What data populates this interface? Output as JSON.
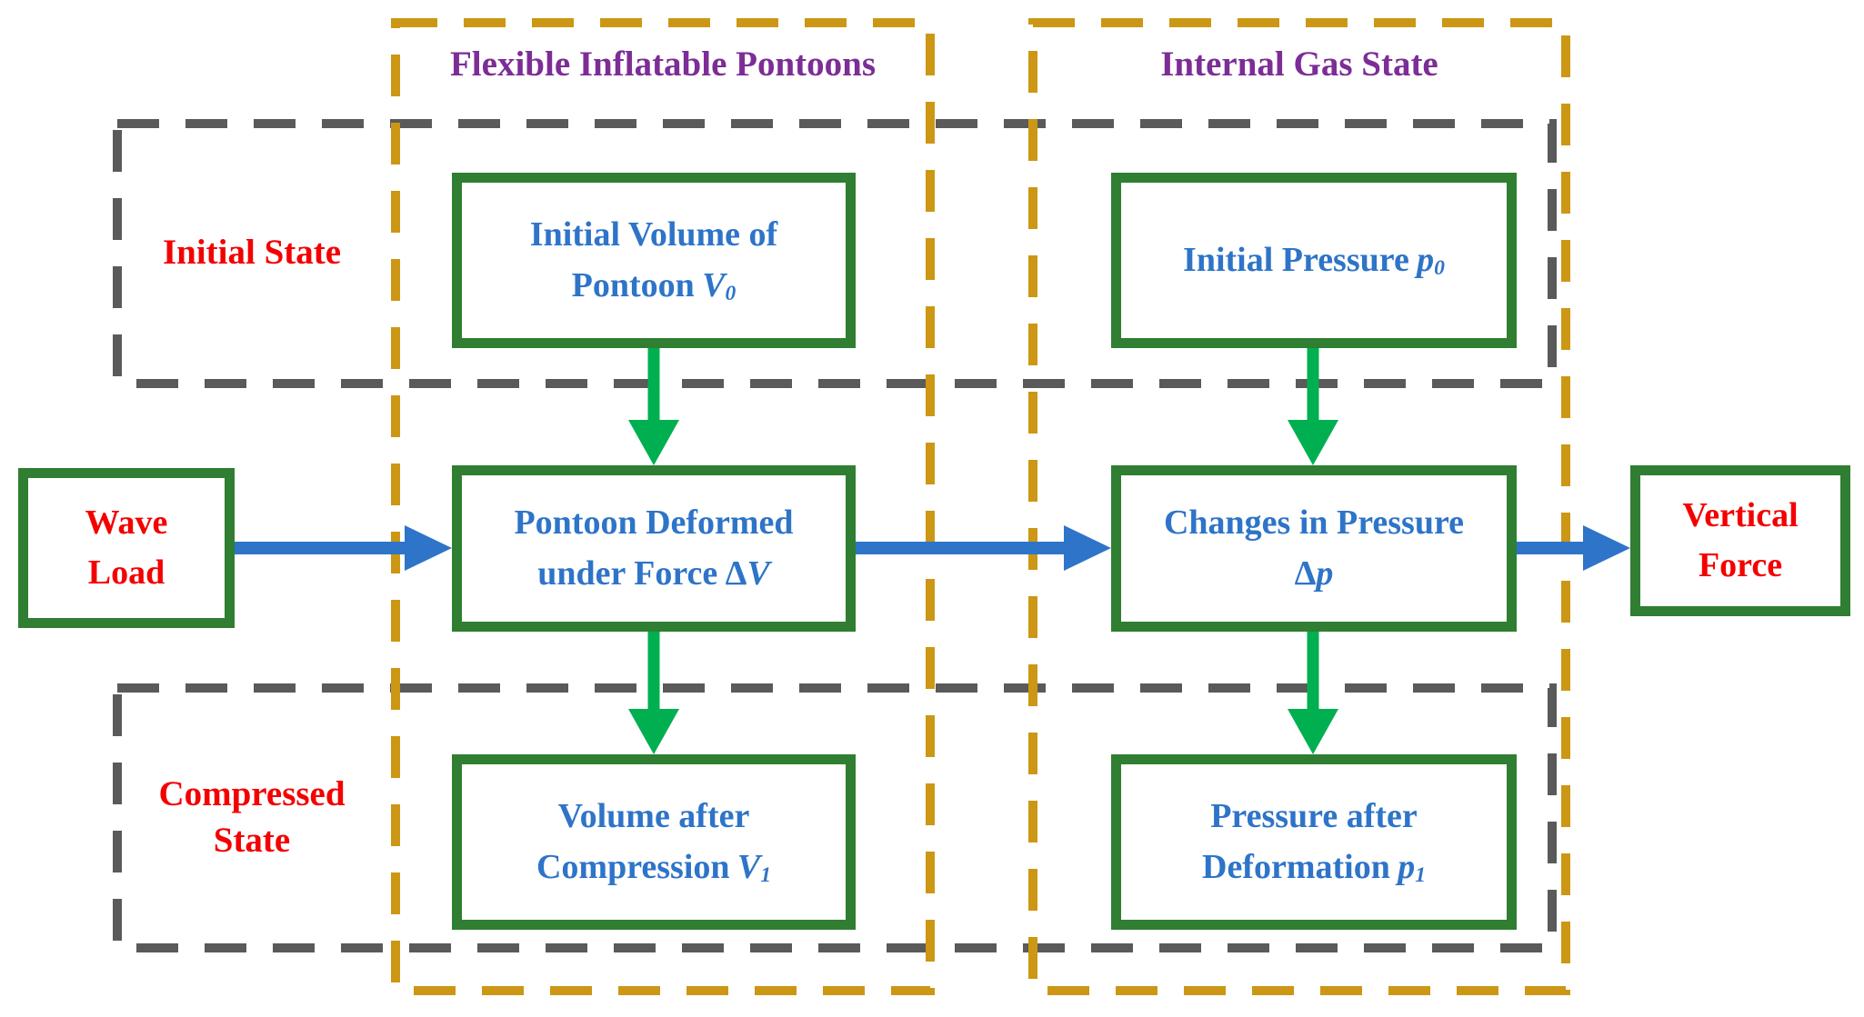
{
  "colors": {
    "green_box": "#2F7E32",
    "green_arrow": "#00AF50",
    "blue": "#2E74C8",
    "red": "#F40000",
    "purple": "#7C2D96",
    "gold": "#CC9714",
    "gray": "#5A5A5A"
  },
  "groups": {
    "pontoons": {
      "title": "Flexible Inflatable Pontoons"
    },
    "gas": {
      "title": "Internal Gas State"
    }
  },
  "states": {
    "initial": {
      "label": "Initial State"
    },
    "compressed": {
      "line1": "Compressed",
      "line2": "State"
    }
  },
  "nodes": {
    "initial_volume": {
      "line1": "Initial Volume of",
      "line2": "Pontoon",
      "symbol": "V",
      "subscript": "0"
    },
    "initial_pressure": {
      "line1": "Initial Pressure",
      "symbol": "p",
      "subscript": "0"
    },
    "pontoon_deformed": {
      "line1": "Pontoon Deformed",
      "line2": "under Force",
      "delta": "Δ",
      "symbol": "V"
    },
    "changes_pressure": {
      "line1": "Changes in Pressure",
      "delta": "Δ",
      "symbol": "p"
    },
    "volume_after": {
      "line1": "Volume after",
      "line2": "Compression",
      "symbol": "V",
      "subscript": "1"
    },
    "pressure_after": {
      "line1": "Pressure after",
      "line2": "Deformation",
      "symbol": "p",
      "subscript": "1"
    },
    "wave_load": {
      "line1": "Wave",
      "line2": "Load"
    },
    "vertical_force": {
      "line1": "Vertical",
      "line2": "Force"
    }
  }
}
